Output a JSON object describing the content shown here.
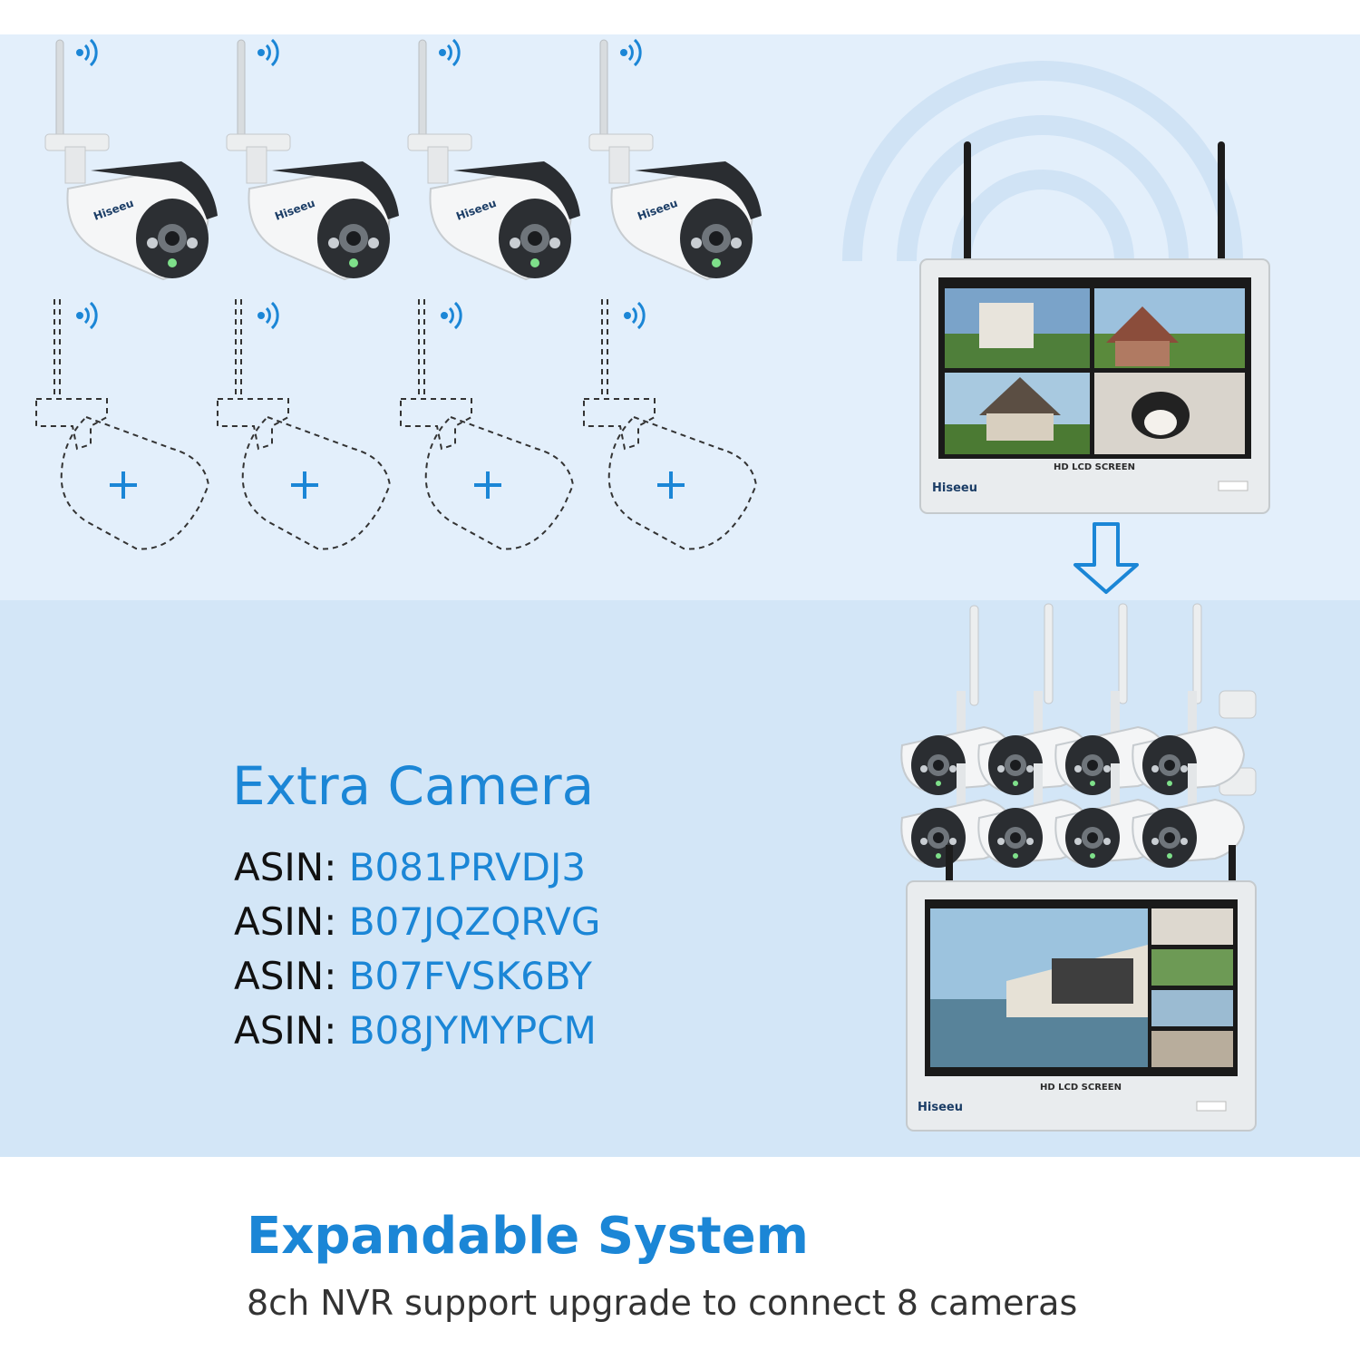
{
  "colors": {
    "accent": "#1b86d6",
    "top_bg": "#e3effb",
    "mid_bg": "#d3e6f7",
    "text_dark": "#111111"
  },
  "brand": "Hiseeu",
  "nvr_screen_label": "HD LCD SCREEN",
  "extra_camera": {
    "title": "Extra Camera",
    "asins": [
      {
        "label": "ASIN:",
        "code": "B081PRVDJ3"
      },
      {
        "label": "ASIN:",
        "code": "B07JQZQRVG"
      },
      {
        "label": "ASIN:",
        "code": "B07FVSK6BY"
      },
      {
        "label": "ASIN:",
        "code": "B08JYMYPCM"
      }
    ]
  },
  "footer": {
    "title": "Expandable System",
    "subtitle": "8ch NVR support upgrade to connect 8 cameras"
  },
  "icons": [
    "wifi-signal-icon",
    "plus-icon",
    "down-arrow-icon"
  ]
}
